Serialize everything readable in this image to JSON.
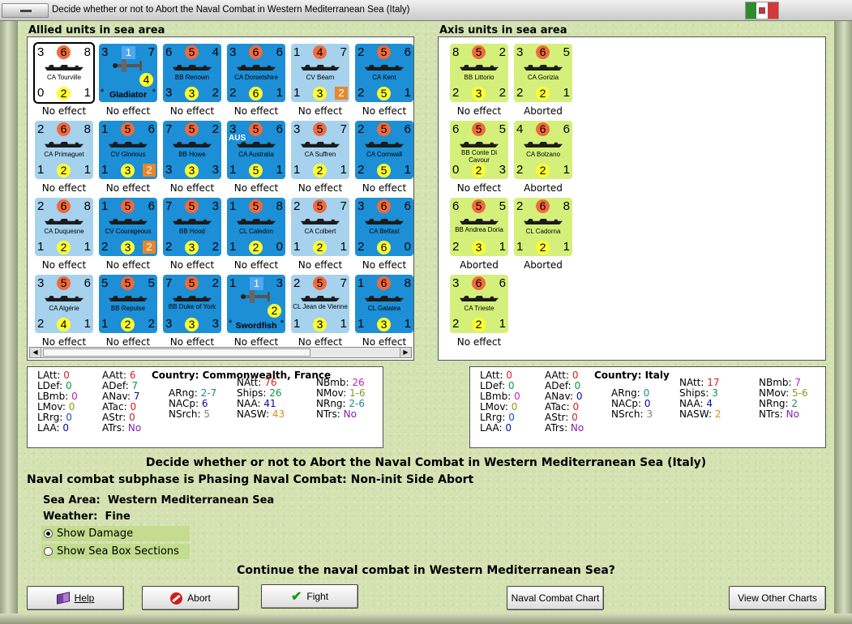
{
  "window": {
    "title": "Decide whether or not to Abort the Naval Combat in Western Mediterranean Sea (Italy)",
    "flag_colors": [
      "#2e8b2e",
      "#ffffff",
      "#d23a3a"
    ]
  },
  "allied": {
    "header": "Allied units in sea area",
    "units": [
      {
        "name": "CA Tourville",
        "tl": "3",
        "tc": "6",
        "tr": "8",
        "bl": "0",
        "bc": "2",
        "br": "1",
        "style": "sel",
        "result": "No effect"
      },
      {
        "name": "Gladiator",
        "kind": "plane",
        "tl": "3",
        "tsq": "1",
        "tr": "7",
        "yc": "4",
        "style": "dark",
        "result": "No effect"
      },
      {
        "name": "BB Renown",
        "tl": "6",
        "tc": "5",
        "tr": "4",
        "bl": "3",
        "bc": "3",
        "br": "2",
        "style": "dark",
        "result": "No effect"
      },
      {
        "name": "CA Dorsetshire",
        "tl": "3",
        "tc": "6",
        "tr": "6",
        "bl": "2",
        "bc": "6",
        "br": "1",
        "style": "dark",
        "result": "No effect"
      },
      {
        "name": "CV Béarn",
        "tl": "1",
        "tc": "4",
        "tr": "7",
        "bl": "1",
        "bc": "3",
        "br": "2",
        "brsq": true,
        "style": "light",
        "result": "No effect"
      },
      {
        "name": "CA Kent",
        "tl": "2",
        "tc": "5",
        "tr": "6",
        "bl": "2",
        "bc": "5",
        "br": "1",
        "style": "dark",
        "result": "No effect"
      },
      {
        "name": "CA Primaguet",
        "tl": "2",
        "tc": "6",
        "tr": "8",
        "bl": "1",
        "bc": "2",
        "br": "1",
        "style": "light",
        "result": "No effect"
      },
      {
        "name": "CV Glorious",
        "tl": "1",
        "tc": "5",
        "tr": "6",
        "bl": "1",
        "bc": "3",
        "br": "2",
        "brsq": true,
        "style": "dark",
        "result": "No effect"
      },
      {
        "name": "BB Howe",
        "tl": "7",
        "tc": "5",
        "tr": "2",
        "bl": "3",
        "bc": "3",
        "br": "3",
        "style": "dark",
        "result": "No effect"
      },
      {
        "name": "CA Australia",
        "tl": "3",
        "tc": "5",
        "tr": "6",
        "bl": "1",
        "bc": "5",
        "br": "1",
        "aus": "AUS",
        "style": "dark",
        "result": "No effect"
      },
      {
        "name": "CA Suffren",
        "tl": "3",
        "tc": "5",
        "tr": "7",
        "bl": "1",
        "bc": "2",
        "br": "1",
        "style": "light",
        "result": "No effect"
      },
      {
        "name": "CA Cornwall",
        "tl": "2",
        "tc": "5",
        "tr": "6",
        "bl": "2",
        "bc": "5",
        "br": "1",
        "style": "dark",
        "result": "No effect"
      },
      {
        "name": "CA Duquesne",
        "tl": "2",
        "tc": "6",
        "tr": "8",
        "bl": "1",
        "bc": "2",
        "br": "1",
        "style": "light",
        "result": "No effect"
      },
      {
        "name": "CV Courageous",
        "tl": "1",
        "tc": "5",
        "tr": "6",
        "bl": "2",
        "bc": "3",
        "br": "2",
        "brsq": true,
        "style": "dark",
        "result": "No effect"
      },
      {
        "name": "BB Hood",
        "tl": "7",
        "tc": "5",
        "tr": "3",
        "bl": "2",
        "bc": "3",
        "br": "2",
        "style": "dark",
        "result": "No effect"
      },
      {
        "name": "CL Caledon",
        "tl": "1",
        "tc": "5",
        "tr": "8",
        "bl": "1",
        "bc": "2",
        "br": "0",
        "style": "dark",
        "result": "No effect"
      },
      {
        "name": "CA Colbert",
        "tl": "2",
        "tc": "5",
        "tr": "7",
        "bl": "1",
        "bc": "2",
        "br": "1",
        "style": "light",
        "result": "No effect"
      },
      {
        "name": "CA Belfast",
        "tl": "3",
        "tc": "6",
        "tr": "6",
        "bl": "2",
        "bc": "6",
        "br": "0",
        "style": "dark",
        "result": "No effect"
      },
      {
        "name": "CA Algérie",
        "tl": "3",
        "tc": "5",
        "tr": "6",
        "bl": "2",
        "bc": "4",
        "br": "1",
        "style": "light",
        "result": "No effect"
      },
      {
        "name": "BB Repulse",
        "tl": "5",
        "tc": "5",
        "tr": "5",
        "bl": "1",
        "bc": "2",
        "br": "2",
        "style": "dark",
        "result": "No effect"
      },
      {
        "name": "BB Duke of York",
        "tl": "7",
        "tc": "5",
        "tr": "2",
        "bl": "3",
        "bc": "3",
        "br": "3",
        "style": "dark",
        "result": "No effect"
      },
      {
        "name": "Swordfish",
        "kind": "plane",
        "tl": "1",
        "tsq": "1",
        "tr": "3",
        "yc": "2",
        "style": "dark",
        "result": "No effect"
      },
      {
        "name": "CL Jean de Vienne",
        "tl": "2",
        "tc": "5",
        "tr": "7",
        "bl": "1",
        "bc": "3",
        "br": "1",
        "style": "light",
        "result": "No effect"
      },
      {
        "name": "CL Galatea",
        "tl": "1",
        "tc": "6",
        "tr": "8",
        "bl": "1",
        "bc": "3",
        "br": "1",
        "style": "dark",
        "result": "No effect"
      }
    ]
  },
  "axis": {
    "header": "Axis units in sea area",
    "units": [
      {
        "name": "BB Littorio",
        "tl": "8",
        "tc": "5",
        "tr": "2",
        "bl": "2",
        "bc": "3",
        "br": "2",
        "style": "yel",
        "result": "No effect"
      },
      {
        "name": "CA Gorizia",
        "tl": "3",
        "tc": "6",
        "tr": "5",
        "bl": "2",
        "bc": "2",
        "br": "1",
        "style": "yel",
        "result": "Aborted"
      },
      {
        "name": "BB Conte Di Cavour",
        "tl": "6",
        "tc": "5",
        "tr": "5",
        "bl": "0",
        "bc": "2",
        "br": "3",
        "style": "yel",
        "result": "No effect"
      },
      {
        "name": "CA Bolzano",
        "tl": "4",
        "tc": "6",
        "tr": "6",
        "bl": "2",
        "bc": "2",
        "br": "1",
        "style": "yel",
        "result": "Aborted"
      },
      {
        "name": "BB Andrea Doria",
        "tl": "6",
        "tc": "5",
        "tr": "5",
        "bl": "2",
        "bc": "3",
        "br": "1",
        "style": "yel",
        "result": "Aborted"
      },
      {
        "name": "CL Cadorna",
        "tl": "2",
        "tc": "6",
        "tr": "8",
        "bl": "1",
        "bc": "2",
        "br": "1",
        "style": "yel",
        "result": "Aborted"
      },
      {
        "name": "CA Trieste",
        "tl": "3",
        "tc": "6",
        "tr": "6",
        "bl": "2",
        "bc": "2",
        "br": "1",
        "style": "yel",
        "result": "No effect"
      }
    ]
  },
  "allied_stats": {
    "country_label": "Country:",
    "country": "Commonwealth, France",
    "items": [
      [
        "LAtt:",
        "0",
        "#d42020"
      ],
      [
        "LDef:",
        "0",
        "#0a9a3a"
      ],
      [
        "LBmb:",
        "0",
        "#c020c0"
      ],
      [
        "LMov:",
        "0",
        "#8a9a20"
      ],
      [
        "LRrg:",
        "0",
        "#0a50d0"
      ],
      [
        "LAA:",
        "0",
        "#0a0aa0"
      ],
      [
        "AAtt:",
        "6",
        "#d42020"
      ],
      [
        "ADef:",
        "7",
        "#0a9a3a"
      ],
      [
        "ANav:",
        "7",
        "#0a0aa0"
      ],
      [
        "ATac:",
        "0",
        "#d42020"
      ],
      [
        "AStr:",
        "0",
        "#d42020"
      ],
      [
        "ATrs:",
        "No",
        "#8020b0"
      ],
      [
        "ARng:",
        "2-7",
        "#208a8a"
      ],
      [
        "NACp:",
        "6",
        "#0a0aa0"
      ],
      [
        "NSrch:",
        "5",
        "#808080"
      ],
      [
        "NAtt:",
        "76",
        "#d42020"
      ],
      [
        "Ships:",
        "26",
        "#0a9a3a"
      ],
      [
        "NAA:",
        "41",
        "#0a0aa0"
      ],
      [
        "NASW:",
        "43",
        "#e08a20"
      ],
      [
        "NBmb:",
        "26",
        "#c020c0"
      ],
      [
        "NMov:",
        "1-6",
        "#8a9a20"
      ],
      [
        "NRng:",
        "2-6",
        "#208a8a"
      ],
      [
        "NTrs:",
        "No",
        "#8020b0"
      ]
    ]
  },
  "axis_stats": {
    "country_label": "Country:",
    "country": "Italy",
    "items": [
      [
        "LAtt:",
        "0",
        "#d42020"
      ],
      [
        "LDef:",
        "0",
        "#0a9a3a"
      ],
      [
        "LBmb:",
        "0",
        "#c020c0"
      ],
      [
        "LMov:",
        "0",
        "#8a9a20"
      ],
      [
        "LRrg:",
        "0",
        "#0a50d0"
      ],
      [
        "LAA:",
        "0",
        "#0a0aa0"
      ],
      [
        "AAtt:",
        "0",
        "#d42020"
      ],
      [
        "ADef:",
        "0",
        "#0a9a3a"
      ],
      [
        "ANav:",
        "0",
        "#0a0aa0"
      ],
      [
        "ATac:",
        "0",
        "#d42020"
      ],
      [
        "AStr:",
        "0",
        "#d42020"
      ],
      [
        "ATrs:",
        "No",
        "#8020b0"
      ],
      [
        "ARng:",
        "0",
        "#208a8a"
      ],
      [
        "NACp:",
        "0",
        "#0a0aa0"
      ],
      [
        "NSrch:",
        "3",
        "#808080"
      ],
      [
        "NAtt:",
        "17",
        "#d42020"
      ],
      [
        "Ships:",
        "3",
        "#0a9a3a"
      ],
      [
        "NAA:",
        "4",
        "#0a0aa0"
      ],
      [
        "NASW:",
        "2",
        "#e08a20"
      ],
      [
        "NBmb:",
        "7",
        "#c020c0"
      ],
      [
        "NMov:",
        "5-6",
        "#8a9a20"
      ],
      [
        "NRng:",
        "2",
        "#208a8a"
      ],
      [
        "NTrs:",
        "No",
        "#8020b0"
      ]
    ]
  },
  "info": {
    "heading": "Decide whether or not to Abort the Naval Combat in Western Mediterranean Sea (Italy)",
    "subphase": "Naval combat subphase is Phasing Naval Combat: Non-init Side Abort",
    "sea_label": "Sea Area:",
    "sea": "Western Mediterranean Sea",
    "weather_label": "Weather:",
    "weather": "Fine",
    "radio_damage": "Show Damage",
    "radio_sections": "Show Sea Box Sections",
    "question": "Continue the naval combat in Western Mediterranean Sea?"
  },
  "buttons": {
    "help": "Help",
    "abort": "Abort",
    "fight": "Fight",
    "naval_chart": "Naval Combat Chart",
    "other_charts": "View Other Charts"
  }
}
